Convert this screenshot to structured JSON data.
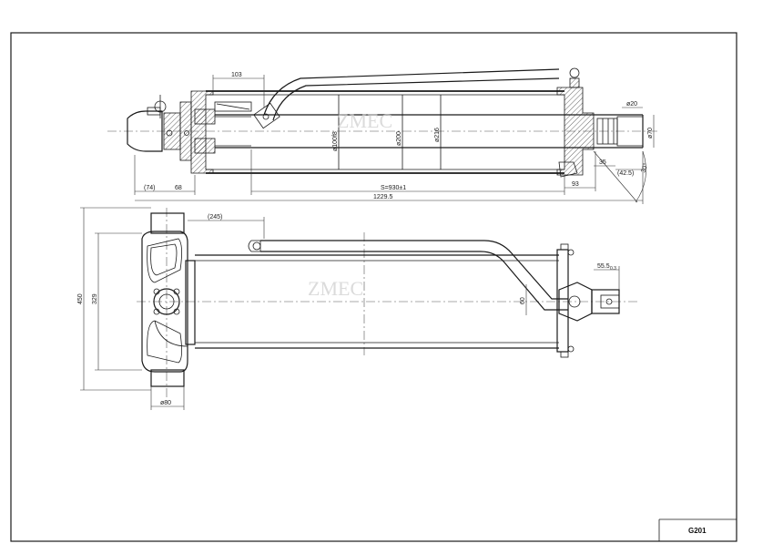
{
  "drawing": {
    "number": "G201",
    "watermark": "ZMEC"
  },
  "top_view": {
    "dims": {
      "d103": "103",
      "d20": "ø20",
      "d70": "ø70",
      "d100": "ø100f8",
      "d200": "ø200",
      "d216": "ø216",
      "d35": "35",
      "d42_5": "(42.5)",
      "d30deg": "30°",
      "d74": "(74)",
      "d68": "68",
      "stroke": "S=930±1",
      "d93": "93",
      "overall": "1229.5"
    }
  },
  "front_view": {
    "dims": {
      "d245": "(245)",
      "d450": "450",
      "d329": "329",
      "d60": "60",
      "d55": "55.5",
      "d55tol": "0.3",
      "d80": "ø80"
    }
  }
}
